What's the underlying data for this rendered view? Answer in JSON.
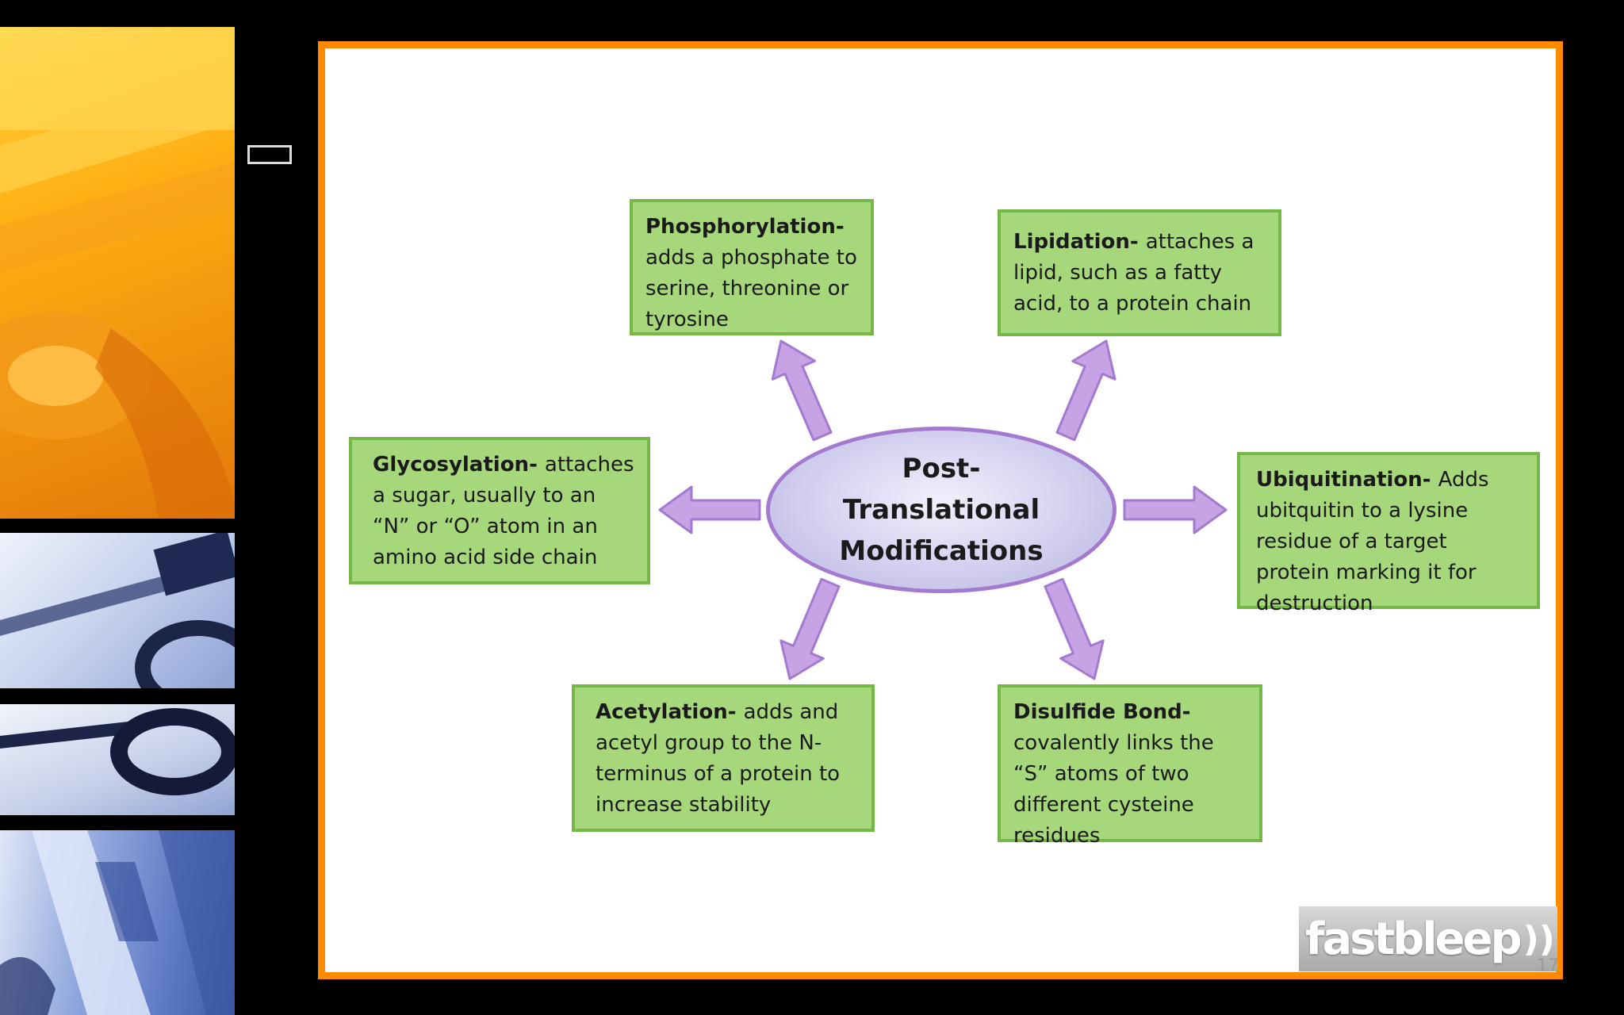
{
  "diagram": {
    "center": {
      "label": "Post-Translational Modifications"
    },
    "nodes": [
      {
        "id": "phosphorylation",
        "term": "Phosphorylation-",
        "desc": "adds a phosphate to serine, threonine or tyrosine"
      },
      {
        "id": "lipidation",
        "term": "Lipidation-",
        "desc": "attaches a lipid, such as a fatty acid, to a protein chain"
      },
      {
        "id": "glycosylation",
        "term": "Glycosylation-",
        "desc": "attaches a sugar, usually to an “N” or “O” atom in an amino acid side chain"
      },
      {
        "id": "ubiquitination",
        "term": "Ubiquitination-",
        "desc": "Adds ubitquitin to a lysine residue of a target protein marking it for destruction"
      },
      {
        "id": "acetylation",
        "term": "Acetylation-",
        "desc": "adds and acetyl group to the N-terminus of a protein to increase stability"
      },
      {
        "id": "disulfide",
        "term": "Disulfide Bond-",
        "desc": "covalently links the “S” atoms of two different cysteine residues"
      }
    ],
    "edges": [
      {
        "from": "center",
        "to": "phosphorylation"
      },
      {
        "from": "center",
        "to": "lipidation"
      },
      {
        "from": "center",
        "to": "glycosylation"
      },
      {
        "from": "center",
        "to": "ubiquitination"
      },
      {
        "from": "center",
        "to": "acetylation"
      },
      {
        "from": "center",
        "to": "disulfide"
      }
    ]
  },
  "colors": {
    "slide_border": "#ff8a00",
    "node_fill": "#a6d77a",
    "node_border": "#76b847",
    "arrow_fill": "#c7a3e6",
    "arrow_stroke": "#a37ad0",
    "ellipse_border": "#a37ad0"
  },
  "logo": {
    "text": "fastbleep",
    "waves": "))"
  },
  "slide_number": "17"
}
